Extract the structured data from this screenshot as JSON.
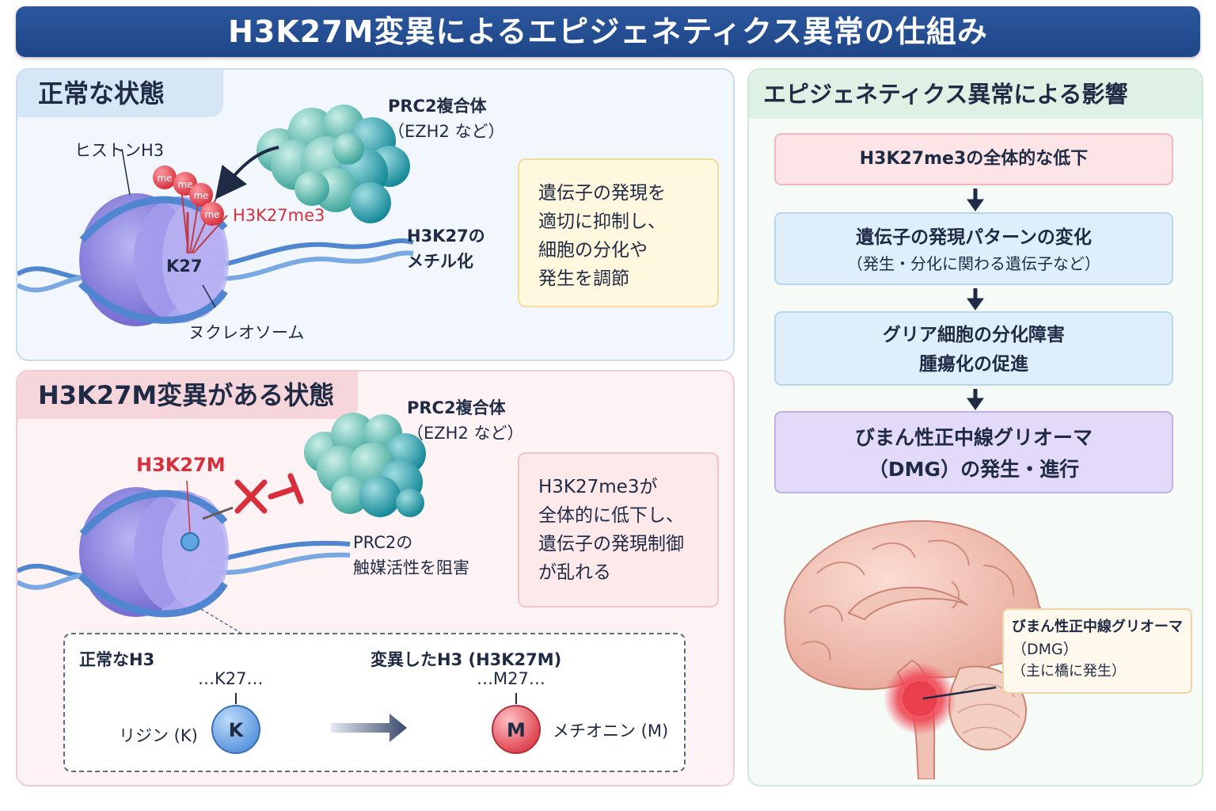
{
  "title": "H3K27M変異によるエピジェネティクス異常の仕組み",
  "normal": {
    "header": "正常な状態",
    "histone_label": "ヒストンH3",
    "prc2_title": "PRC2複合体",
    "prc2_sub": "（EZH2 など）",
    "me_labels": [
      "me",
      "me",
      "me",
      "me"
    ],
    "mark_label": "H3K27me3",
    "k27_label": "K27",
    "methylation_label": [
      "H3K27の",
      "メチル化"
    ],
    "nucleosome_label": "ヌクレオソーム",
    "note": [
      "遺伝子の発現を",
      "適切に抑制し、",
      "細胞の分化や",
      "発生を調節"
    ]
  },
  "mutant": {
    "header": "H3K27M変異がある状態",
    "prc2_title": "PRC2複合体",
    "prc2_sub": "（EZH2 など）",
    "mutation_label": "H3K27M",
    "inhibit_label": [
      "PRC2の",
      "触媒活性を阻害"
    ],
    "note": [
      "H3K27me3が",
      "全体的に低下し、",
      "遺伝子の発現制御",
      "が乱れる"
    ],
    "compare": {
      "normal_title": "正常なH3",
      "normal_seq": "…K27…",
      "normal_residue": "K",
      "normal_name": "リジン (K)",
      "mutant_title": "変異したH3 (H3K27M)",
      "mutant_seq": "…M27…",
      "mutant_residue": "M",
      "mutant_name": "メチオニン (M)"
    }
  },
  "effects": {
    "header": "エピジェネティクス異常による影響",
    "flow1": "H3K27me3の全体的な低下",
    "flow2": [
      "遺伝子の発現パターンの変化",
      "（発生・分化に関わる遺伝子など）"
    ],
    "flow3": [
      "グリア細胞の分化障害",
      "腫瘍化の促進"
    ],
    "flow4": [
      "びまん性正中線グリオーマ",
      "（DMG）の発生・進行"
    ],
    "callout": [
      "びまん性正中線グリオーマ",
      "（DMG）",
      "（主に橋に発生）"
    ]
  },
  "colors": {
    "title_bg": "#1f4788",
    "methyl_red": "#e0454f",
    "inhibit_red": "#d7303c",
    "nucleosome_purple": "#8f86e0",
    "dna_blue": "#4f86cf",
    "prc2_teal": "#5fb8b0"
  }
}
